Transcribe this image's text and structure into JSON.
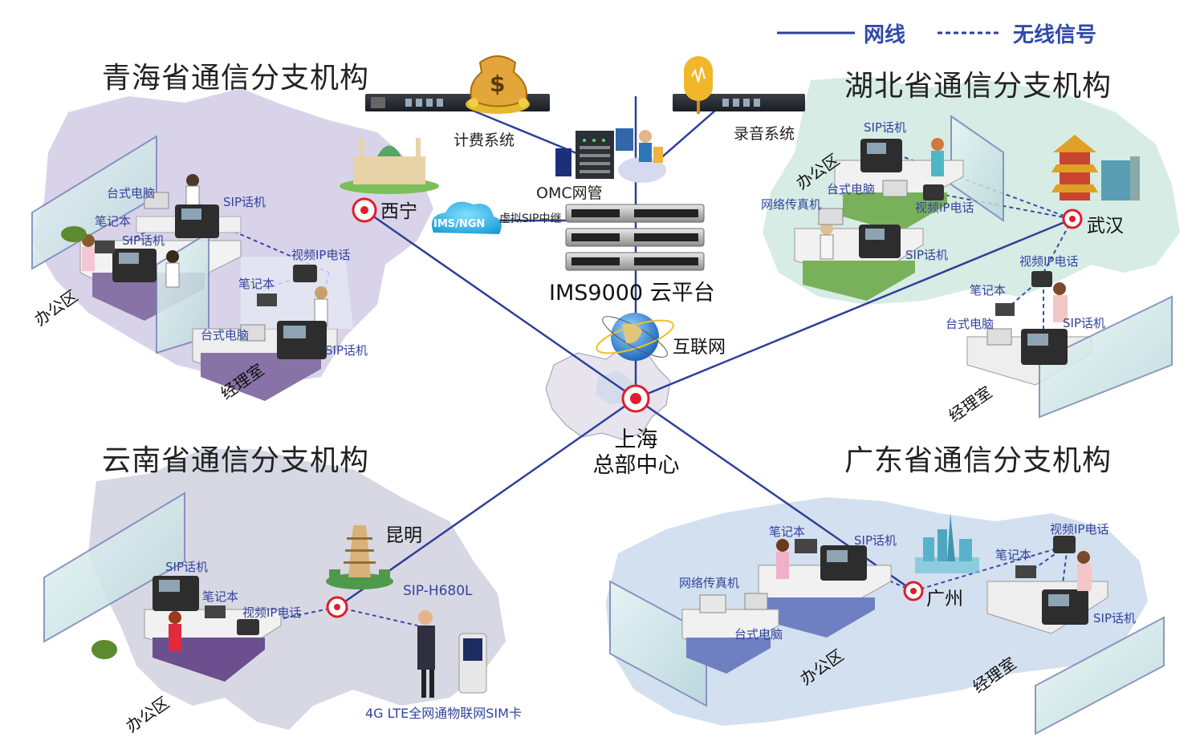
{
  "legend": {
    "wired": "网线",
    "wireless": "无线信号"
  },
  "regions": {
    "qinghai": {
      "title": "青海省通信分支机构",
      "city": "西宁",
      "devices": [
        "台式电脑",
        "SIP话机",
        "笔记本",
        "SIP话机",
        "视频IP电话",
        "笔记本",
        "台式电脑",
        "SIP话机"
      ],
      "zones": [
        "办公区",
        "经理室"
      ]
    },
    "hubei": {
      "title": "湖北省通信分支机构",
      "city": "武汉",
      "devices": [
        "SIP话机",
        "台式电脑",
        "网络传真机",
        "视频IP电话",
        "SIP话机",
        "视频IP电话",
        "笔记本",
        "台式电脑",
        "SIP话机"
      ],
      "zones": [
        "办公区",
        "经理室"
      ]
    },
    "yunnan": {
      "title": "云南省通信分支机构",
      "city": "昆明",
      "devices": [
        "SIP话机",
        "笔记本",
        "视频IP电话"
      ],
      "mobile": "SIP-H680L",
      "sim": "4G LTE全网通物联网SIM卡",
      "zones": [
        "办公区"
      ]
    },
    "guangdong": {
      "title": "广东省通信分支机构",
      "city": "广州",
      "devices": [
        "笔记本",
        "SIP话机",
        "视频IP电话",
        "笔记本",
        "网络传真机",
        "台式电脑",
        "SIP话机"
      ],
      "zones": [
        "办公区",
        "经理室"
      ]
    }
  },
  "center": {
    "billing": "计费系统",
    "recording": "录音系统",
    "omc": "OMC网管",
    "ims_ngn": "IMS/NGN",
    "sip_trunk": "虚拟SIP中继",
    "cloud": "IMS9000 云平台",
    "internet": "互联网",
    "hq_line1": "上海",
    "hq_line2": "总部中心",
    "dollar": "$"
  },
  "colors": {
    "line": "#2f3f9a",
    "target": "#e01e2b",
    "qinghai_map": "#d9d3ea",
    "hubei_map": "#d6ece4",
    "yunnan_map": "#d8d8e4",
    "guangdong_map": "#d3e0f0"
  }
}
